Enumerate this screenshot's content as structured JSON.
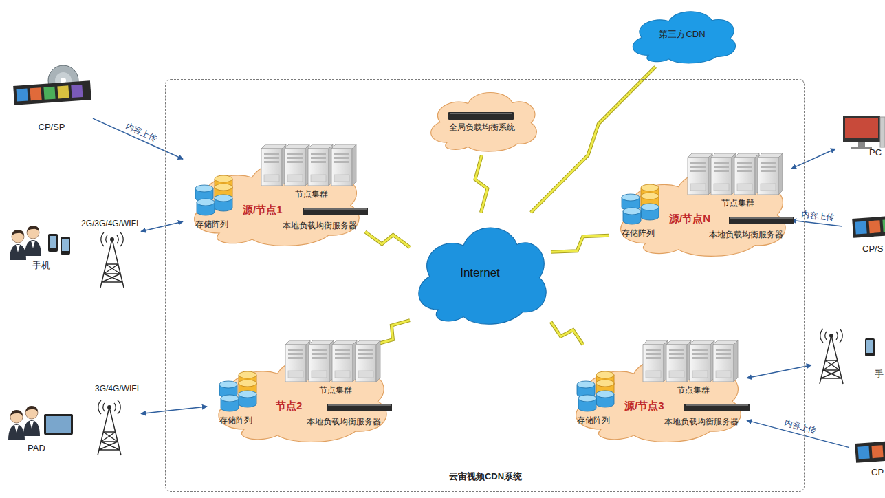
{
  "diagram": {
    "nodes": [
      {
        "text": [
          "云宙视频CDN系统"
        ]
      },
      {
        "text": [
          "CP/SP"
        ]
      },
      {
        "text": [
          "第三方CDN"
        ]
      },
      {
        "text": [
          "全局负载均衡系统"
        ],
        "in": 0
      },
      {
        "text": [
          "源/节点1",
          "节点集群",
          "存储阵列",
          "本地负载均衡服务器"
        ],
        "in": 0
      },
      {
        "text": [
          "源/节点N",
          "节点集群",
          "存储阵列",
          "本地负载均衡服务器"
        ],
        "in": 0
      },
      {
        "text": [
          "2G/3G/4G/WIFI",
          "手机"
        ]
      },
      {
        "text": [
          "Internet"
        ],
        "in": 0
      },
      {
        "text": [
          "节点2",
          "节点集群",
          "存储阵列",
          "本地负载均衡服务器"
        ],
        "in": 0
      },
      {
        "text": [
          "源/节点3",
          "节点集群",
          "存储阵列",
          "本地负载均衡服务器"
        ],
        "in": 0
      },
      {
        "text": [
          "3G/4G/WIFI",
          "PAD"
        ]
      },
      {
        "text": [
          "PC"
        ]
      },
      {
        "text": [
          "CP/S"
        ]
      },
      {
        "text": [
          "手"
        ]
      },
      {
        "text": [
          "CP"
        ]
      }
    ],
    "edges": [
      {
        "from": 4,
        "to": 7,
        "arrow": "none"
      },
      {
        "from": 5,
        "to": 7,
        "arrow": "none"
      },
      {
        "from": 8,
        "to": 7,
        "arrow": "none"
      },
      {
        "from": 9,
        "to": 7,
        "arrow": "none"
      },
      {
        "from": 3,
        "to": 7,
        "arrow": "none"
      },
      {
        "from": 2,
        "to": 7,
        "arrow": "none"
      },
      {
        "from": 1,
        "to": 4,
        "label": "内容上传",
        "arrow": "to"
      },
      {
        "from": 6,
        "to": 4,
        "arrow": "both"
      },
      {
        "from": 10,
        "to": 8,
        "arrow": "both"
      },
      {
        "from": 5,
        "to": 11,
        "arrow": "both"
      },
      {
        "from": 12,
        "to": 5,
        "label": "内容上传",
        "arrow": "to"
      },
      {
        "from": 9,
        "to": 13,
        "arrow": "both"
      },
      {
        "from": 14,
        "to": 9,
        "label": "内容上传",
        "arrow": "to"
      }
    ]
  }
}
